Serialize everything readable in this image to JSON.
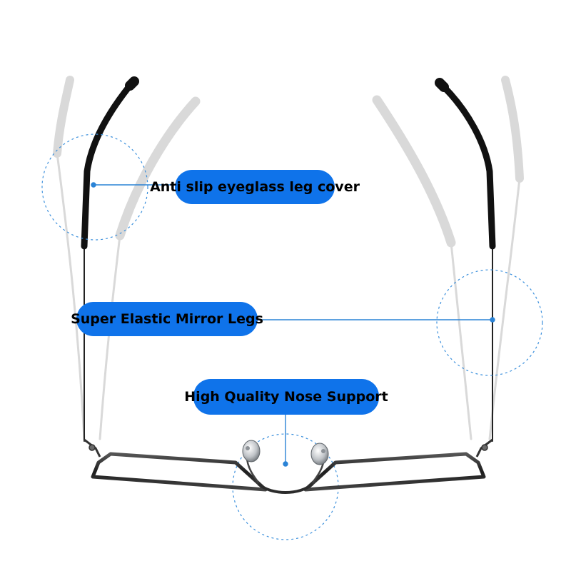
{
  "colors": {
    "label_fill": "#0f73ea",
    "label_text": "#000000",
    "callout_line": "#2a83d6",
    "frame_metal": "#2b2b2b",
    "ghost_leg": "#d7d7d7"
  },
  "callouts": {
    "leg_cover": "Anti slip eyeglass leg cover",
    "elastic_legs": "Super Elastic Mirror Legs",
    "nose_support": "High Quality Nose Support"
  }
}
